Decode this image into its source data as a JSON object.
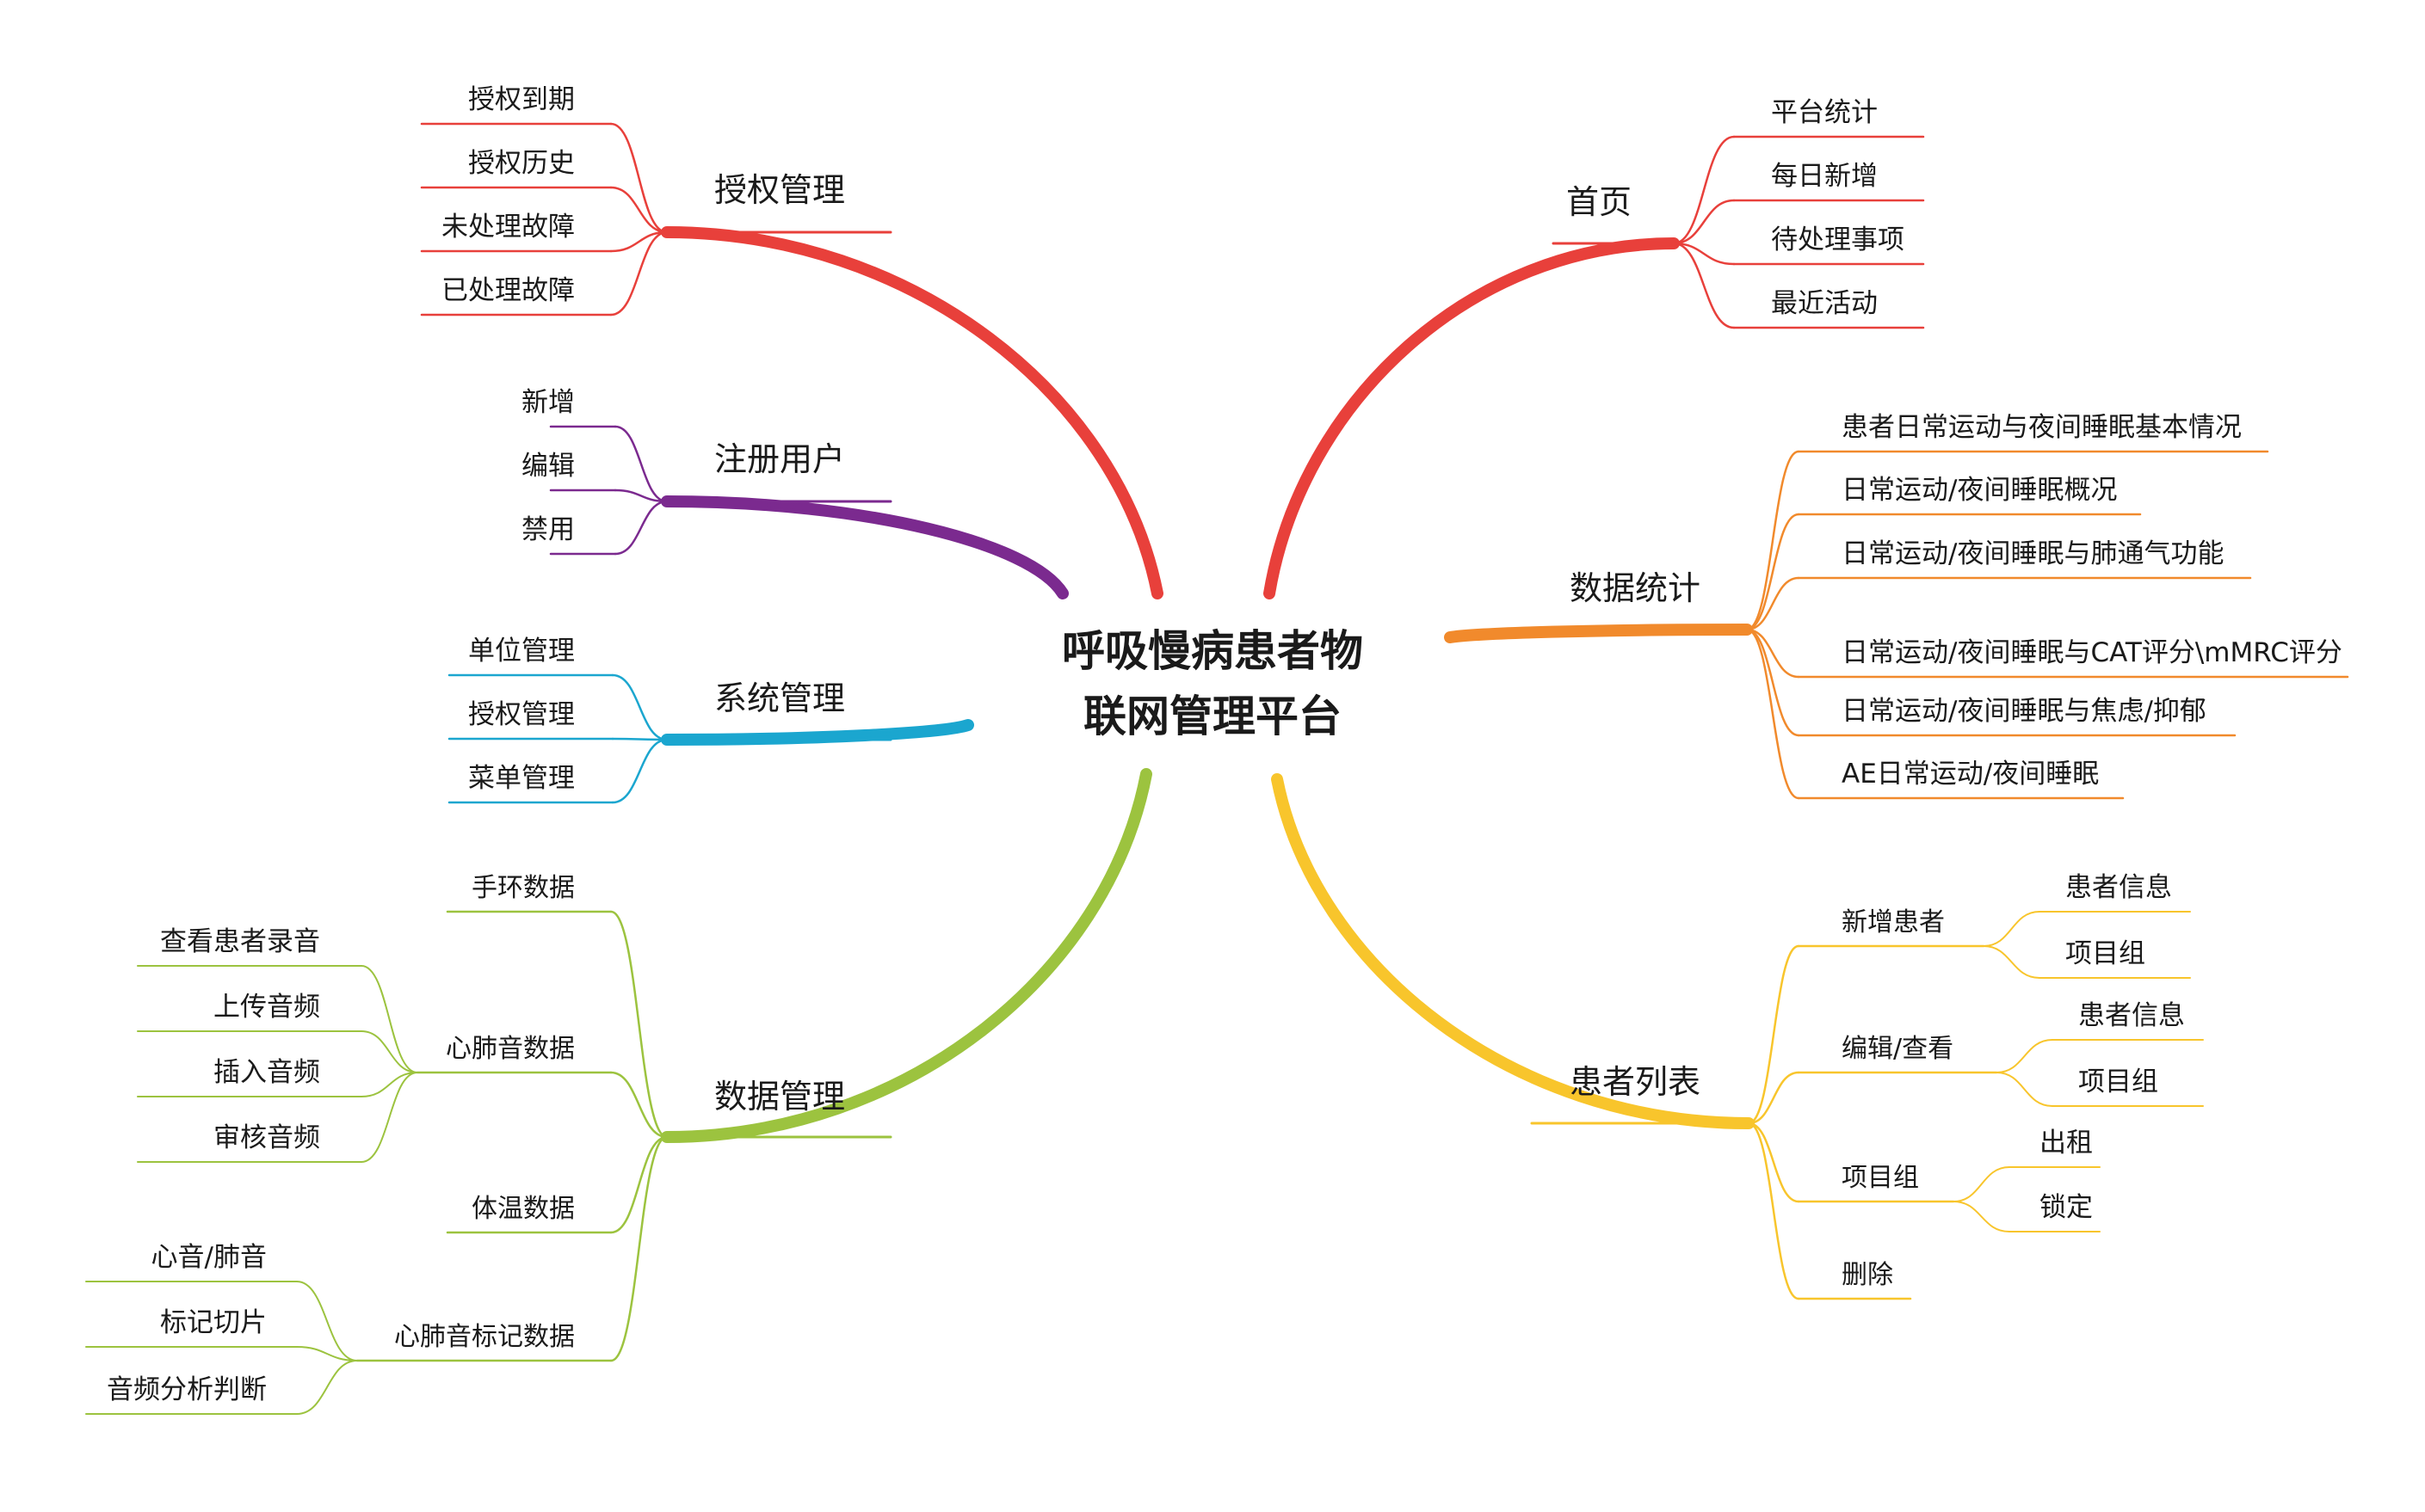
{
  "center": {
    "lines": [
      "呼吸慢病患者物",
      "联网管理平台"
    ]
  },
  "colors": {
    "auth": "#e8403b",
    "home": "#e8403b",
    "users": "#7b2a8f",
    "system": "#1ba6cf",
    "stats": "#f18a2c",
    "data": "#9cc33f",
    "patients": "#f8c52c"
  },
  "branches": [
    {
      "id": "auth",
      "label": "授权管理",
      "side": "left",
      "children": [
        {
          "label": "授权到期"
        },
        {
          "label": "授权历史"
        },
        {
          "label": "未处理故障"
        },
        {
          "label": "已处理故障"
        }
      ]
    },
    {
      "id": "users",
      "label": "注册用户",
      "side": "left",
      "children": [
        {
          "label": "新增"
        },
        {
          "label": "编辑"
        },
        {
          "label": "禁用"
        }
      ]
    },
    {
      "id": "system",
      "label": "系统管理",
      "side": "left",
      "children": [
        {
          "label": "单位管理"
        },
        {
          "label": "授权管理"
        },
        {
          "label": "菜单管理"
        }
      ]
    },
    {
      "id": "data",
      "label": "数据管理",
      "side": "left",
      "children": [
        {
          "label": "手环数据",
          "children": []
        },
        {
          "label": "心肺音数据",
          "children": [
            {
              "label": "查看患者录音"
            },
            {
              "label": "上传音频"
            },
            {
              "label": "插入音频"
            },
            {
              "label": "审核音频"
            }
          ]
        },
        {
          "label": "体温数据",
          "children": []
        },
        {
          "label": "心肺音标记数据",
          "children": [
            {
              "label": "心音/肺音"
            },
            {
              "label": "标记切片"
            },
            {
              "label": "音频分析判断"
            }
          ]
        }
      ]
    },
    {
      "id": "home",
      "label": "首页",
      "side": "right",
      "children": [
        {
          "label": "平台统计"
        },
        {
          "label": "每日新增"
        },
        {
          "label": "待处理事项"
        },
        {
          "label": "最近活动"
        }
      ]
    },
    {
      "id": "stats",
      "label": "数据统计",
      "side": "right",
      "children": [
        {
          "label": "患者日常运动与夜间睡眠基本情况"
        },
        {
          "label": "日常运动/夜间睡眠概况"
        },
        {
          "label": "日常运动/夜间睡眠与肺通气功能"
        },
        {
          "label": "日常运动/夜间睡眠与CAT评分\\mMRC评分"
        },
        {
          "label": "日常运动/夜间睡眠与焦虑/抑郁"
        },
        {
          "label": "AE日常运动/夜间睡眠"
        }
      ]
    },
    {
      "id": "patients",
      "label": "患者列表",
      "side": "right",
      "children": [
        {
          "label": "新增患者",
          "children": [
            {
              "label": "患者信息"
            },
            {
              "label": "项目组"
            }
          ]
        },
        {
          "label": "编辑/查看",
          "children": [
            {
              "label": "患者信息"
            },
            {
              "label": "项目组"
            }
          ]
        },
        {
          "label": "项目组",
          "children": [
            {
              "label": "出租"
            },
            {
              "label": "锁定"
            }
          ]
        },
        {
          "label": "删除",
          "children": []
        }
      ]
    }
  ]
}
